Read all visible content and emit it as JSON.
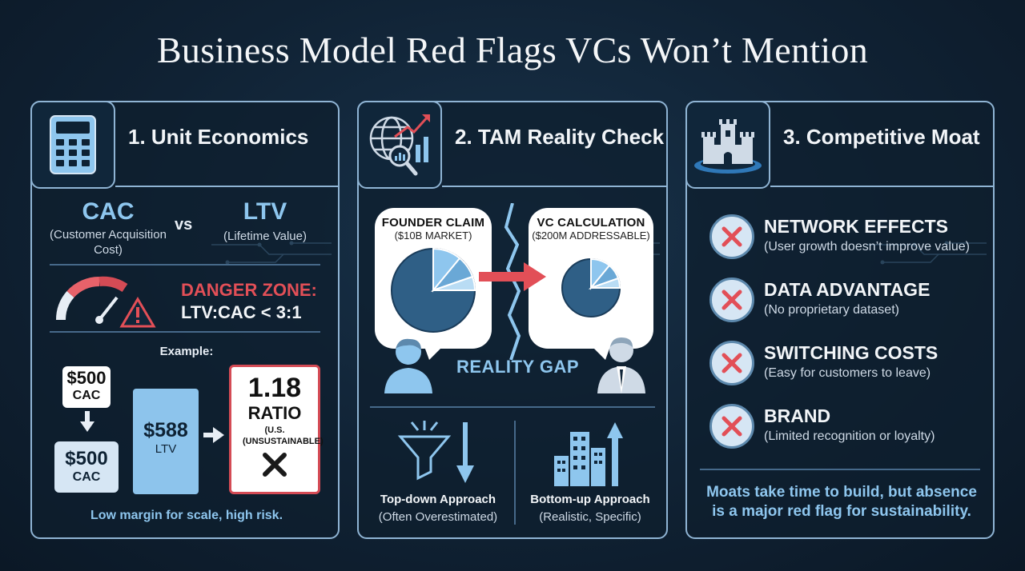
{
  "title": "Business Model Red Flags VCs Won’t Mention",
  "colors": {
    "background": "#102234",
    "panel_border": "#8fb4d4",
    "accent_blue": "#8ec6ee",
    "danger_red": "#e24f57"
  },
  "unit_economics": {
    "icon": "calculator-icon",
    "heading": "1. Unit Economics",
    "cac": {
      "term": "CAC",
      "desc": "(Customer Acquisition Cost)"
    },
    "vs": "vs",
    "ltv": {
      "term": "LTV",
      "desc": "(Lifetime Value)"
    },
    "danger_label": "DANGER ZONE:",
    "danger_value": "LTV:CAC < 3:1",
    "example_label": "Example:",
    "cac_box_1": {
      "value": "$500",
      "label": "CAC"
    },
    "cac_box_2": {
      "value": "$500",
      "label": "CAC"
    },
    "ltv_box": {
      "value": "$588",
      "label": "LTV"
    },
    "ratio_box": {
      "value": "1.18",
      "label": "RATIO",
      "note": "(U.S. (UNSUSTAINABLE)"
    },
    "footnote": "Low margin for scale, high risk."
  },
  "tam": {
    "icon": "globe-chart-icon",
    "heading": "2. TAM Reality Check",
    "founder_bubble": {
      "title": "FOUNDER CLAIM",
      "sub": "($10B MARKET)"
    },
    "vc_bubble": {
      "title": "VC CALCULATION",
      "sub": "($200M ADDRESSABLE)"
    },
    "gap_label": "REALITY GAP",
    "top_down": {
      "title": "Top-down Approach",
      "sub": "(Often Overestimated)"
    },
    "bottom_up": {
      "title": "Bottom-up Approach",
      "sub": "(Realistic, Specific)"
    }
  },
  "moat": {
    "icon": "castle-icon",
    "heading": "3. Competitive Moat",
    "items": [
      {
        "label": "NETWORK EFFECTS",
        "desc": "(User growth doesn’t improve value)"
      },
      {
        "label": "DATA ADVANTAGE",
        "desc": "(No proprietary dataset)"
      },
      {
        "label": "SWITCHING COSTS",
        "desc": "(Easy for customers to leave)"
      },
      {
        "label": "BRAND",
        "desc": "(Limited recognition or loyalty)"
      }
    ],
    "footnote_line1": "Moats take time to build, but absence",
    "footnote_line2": "is a major red flag for sustainability."
  }
}
